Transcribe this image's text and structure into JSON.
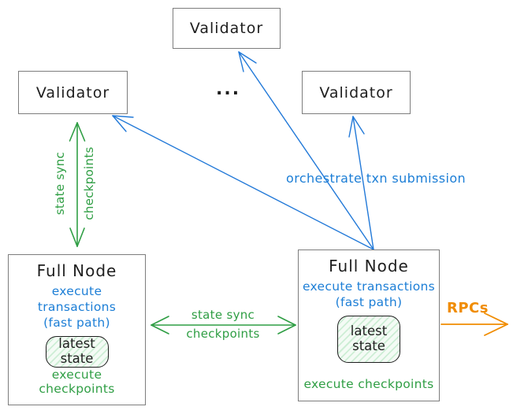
{
  "colors": {
    "blue": "#1c7ed6",
    "green": "#2f9e44",
    "orange": "#f08c00",
    "box_border": "#7d7d7d",
    "ink": "#1e1e1e"
  },
  "nodes": {
    "validator_top": {
      "label": "Validator"
    },
    "validator_left": {
      "label": "Validator"
    },
    "validator_right": {
      "label": "Validator"
    },
    "ellipsis": "...",
    "full_node_left": {
      "title": "Full Node",
      "fast_path_line1": "execute transactions",
      "fast_path_line2": "(fast path)",
      "state_line1": "latest",
      "state_line2": "state",
      "checkpoints": "execute checkpoints"
    },
    "full_node_right": {
      "title": "Full Node",
      "fast_path_line1": "execute transactions",
      "fast_path_line2": "(fast path)",
      "state_line1": "latest",
      "state_line2": "state",
      "checkpoints": "execute checkpoints"
    }
  },
  "edges": {
    "state_sync_left": {
      "line1": "state sync",
      "line2": "checkpoints"
    },
    "state_sync_middle": {
      "line1": "state sync",
      "line2": "checkpoints"
    },
    "orchestrate": {
      "label": "orchestrate txn submission"
    },
    "rpcs": {
      "label": "RPCs"
    }
  }
}
